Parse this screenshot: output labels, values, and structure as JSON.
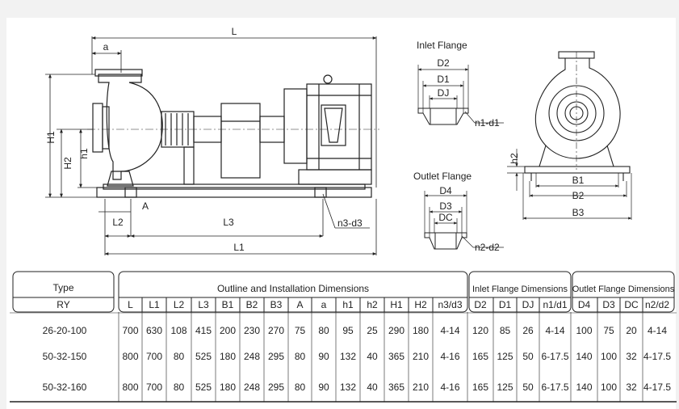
{
  "drawing": {
    "main_labels": {
      "L": "L",
      "a": "a",
      "H1": "H1",
      "H2": "H2",
      "h1": "h1",
      "A": "A",
      "L2": "L2",
      "L3": "L3",
      "L1": "L1",
      "n3d3": "n3-d3"
    },
    "inlet": {
      "title": "Inlet Flange",
      "D2": "D2",
      "D1": "D1",
      "DJ": "DJ",
      "n": "n1-d1"
    },
    "outlet": {
      "title": "Outlet Flange",
      "D4": "D4",
      "D3": "D3",
      "DC": "DC",
      "n": "n2-d2"
    },
    "side": {
      "h2": "h2",
      "B1": "B1",
      "B2": "B2",
      "B3": "B3"
    }
  },
  "table": {
    "type_label": "Type",
    "type_value": "RY",
    "group_outline": "Outline and Installation Dimensions",
    "group_inlet": "Inlet Flange Dimensions",
    "group_outlet": "Outlet Flange Dimensions",
    "outline_cols": [
      "L",
      "L1",
      "L2",
      "L3",
      "B1",
      "B2",
      "B3",
      "A",
      "a",
      "h1",
      "h2",
      "H1",
      "H2",
      "n3/d3"
    ],
    "inlet_cols": [
      "D2",
      "D1",
      "DJ",
      "n1/d1"
    ],
    "outlet_cols": [
      "D4",
      "D3",
      "DC",
      "n2/d2"
    ],
    "rows": [
      [
        "26-20-100",
        "700",
        "630",
        "108",
        "415",
        "200",
        "230",
        "270",
        "75",
        "80",
        "95",
        "25",
        "290",
        "180",
        "4-14",
        "120",
        "85",
        "26",
        "4-14",
        "100",
        "75",
        "20",
        "4-14"
      ],
      [
        "50-32-150",
        "800",
        "700",
        "80",
        "525",
        "180",
        "248",
        "295",
        "80",
        "90",
        "132",
        "40",
        "365",
        "210",
        "4-16",
        "165",
        "125",
        "50",
        "6-17.5",
        "140",
        "100",
        "32",
        "4-17.5"
      ],
      [
        "50-32-160",
        "800",
        "700",
        "80",
        "525",
        "180",
        "248",
        "295",
        "80",
        "90",
        "132",
        "40",
        "365",
        "210",
        "4-16",
        "165",
        "125",
        "50",
        "6-17.5",
        "140",
        "100",
        "32",
        "4-17.5"
      ]
    ]
  }
}
